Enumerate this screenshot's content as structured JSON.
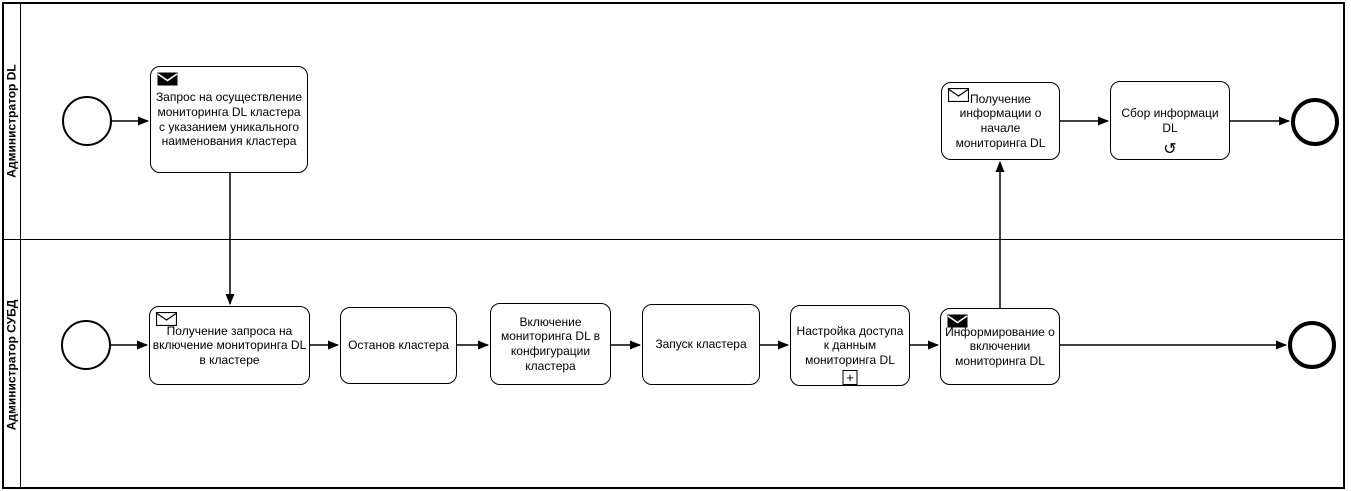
{
  "diagram": {
    "type": "bpmn-swimlane-process",
    "background_color": "#ffffff",
    "stroke_color": "#000000"
  },
  "pool": {
    "lanes": [
      {
        "label": "Администратор DL"
      },
      {
        "label": "Администратор СУБД"
      }
    ]
  },
  "nodes": {
    "request_dl": {
      "label": "Запрос на осуществление мониторинга DL кластера с указанием уникального наименования кластера",
      "icon": "message-send-icon"
    },
    "receive_start_info": {
      "label": "Получение информации о начале мониторинга DL",
      "icon": "message-receive-icon"
    },
    "collect_info": {
      "label": "Сбор информаци DL",
      "marker": "loop"
    },
    "receive_request": {
      "label": "Получение запроса на включение мониторинга DL в кластере",
      "icon": "message-receive-icon"
    },
    "stop_cluster": {
      "label": "Останов кластера"
    },
    "enable_monitoring": {
      "label": "Включение мониторинга DL в конфигурации кластера"
    },
    "start_cluster": {
      "label": "Запуск кластера"
    },
    "configure_access": {
      "label": "Настройка доступа к данным мониторинга DL",
      "marker": "subprocess-plus"
    },
    "inform_enabled": {
      "label": "Информирование о включении мониторинга DL",
      "icon": "message-send-icon"
    }
  },
  "markers": {
    "loop_glyph": "↺",
    "plus_glyph": "+"
  }
}
